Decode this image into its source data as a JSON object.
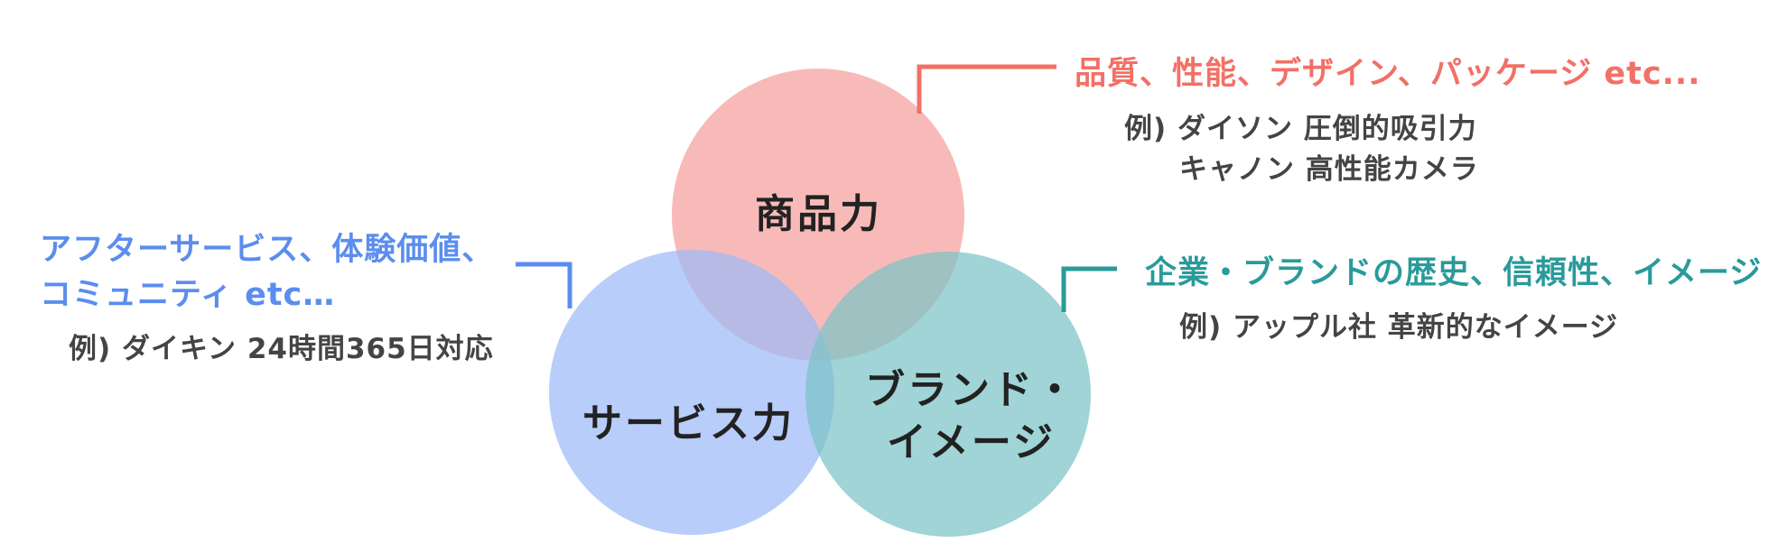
{
  "colors": {
    "product": "#f27066",
    "service": "#5b8def",
    "brand": "#2a9a9a",
    "product_fill": "#f5a09c",
    "service_fill": "#9dbaf7",
    "brand_fill": "#7cc3c6",
    "example_text": "#444444",
    "label_text": "#222222"
  },
  "circles": {
    "product": {
      "label": "商品力"
    },
    "service": {
      "label": "サービス力"
    },
    "brand": {
      "label_line1": "ブランド・",
      "label_line2": "イメージ"
    }
  },
  "callouts": {
    "product": {
      "headline": "品質、性能、デザイン、パッケージ etc...",
      "example_line1": "例) ダイソン 圧倒的吸引力",
      "example_line2": "キャノン 高性能カメラ"
    },
    "service": {
      "headline_line1": "アフターサービス、体験価値、",
      "headline_line2": "コミュニティ etc…",
      "example_line1": "例) ダイキン 24時間365日対応"
    },
    "brand": {
      "headline": "企業・ブランドの歴史、信頼性、イメージ",
      "example_line1": "例) アップル社  革新的なイメージ"
    }
  }
}
